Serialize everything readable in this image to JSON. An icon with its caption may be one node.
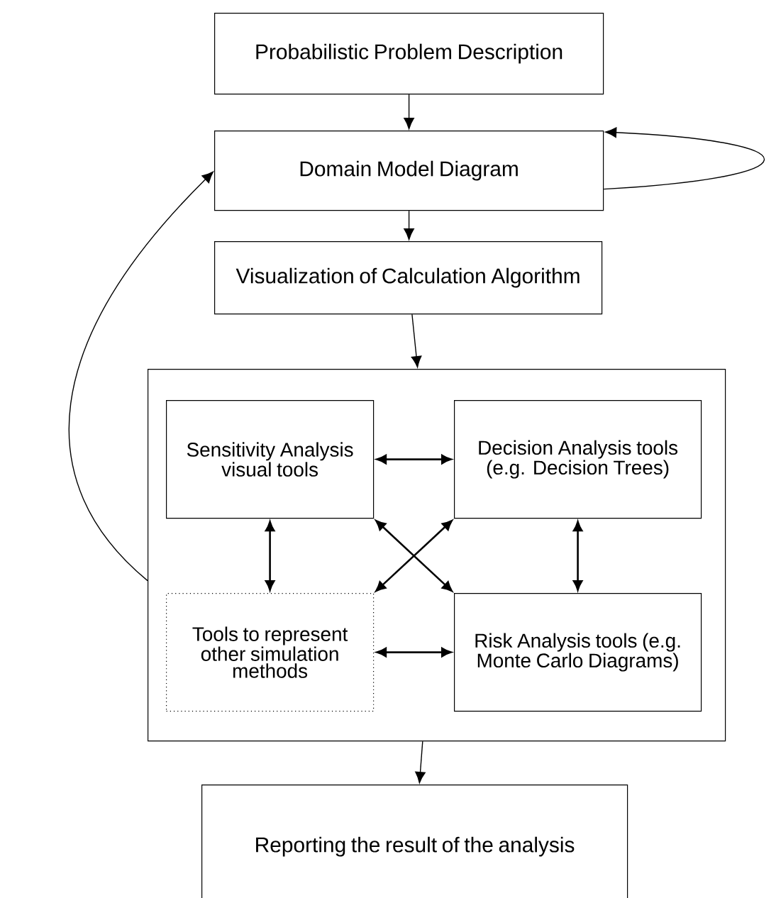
{
  "diagram": {
    "nodes": [
      {
        "text": [
          "Probabilistic Problem Description"
        ]
      },
      {
        "text": [
          "Domain Model Diagram"
        ]
      },
      {
        "text": [
          "Visualization of Calculation Algorithm"
        ]
      },
      {
        "text": [],
        "shape": "box"
      },
      {
        "text": [
          "Sensitivity Analysis visual tools"
        ],
        "in": 3
      },
      {
        "text": [
          "Decision Analysis tools (e.g. Decision Trees)"
        ],
        "in": 3
      },
      {
        "text": [
          "Tools to represent other simulation methods"
        ],
        "in": 3
      },
      {
        "text": [
          "Risk Analysis tools (e.g. Monte Carlo Diagrams)"
        ],
        "in": 3
      },
      {
        "text": [
          "Reporting the result of the analysis"
        ]
      }
    ],
    "edges": [
      {
        "from": 0,
        "to": 1,
        "arrow": "to"
      },
      {
        "from": 1,
        "to": 1,
        "arrow": "to"
      },
      {
        "from": 1,
        "to": 2,
        "arrow": "to"
      },
      {
        "from": 2,
        "to": 3,
        "arrow": "to"
      },
      {
        "from": 4,
        "to": 5,
        "arrow": "both"
      },
      {
        "from": 4,
        "to": 6,
        "arrow": "both"
      },
      {
        "from": 5,
        "to": 7,
        "arrow": "both"
      },
      {
        "from": 4,
        "to": 7,
        "arrow": "both"
      },
      {
        "from": 5,
        "to": 6,
        "arrow": "both"
      },
      {
        "from": 6,
        "to": 7,
        "arrow": "both"
      },
      {
        "from": 3,
        "to": 1,
        "arrow": "to"
      },
      {
        "from": 3,
        "to": 8,
        "arrow": "to"
      }
    ]
  }
}
